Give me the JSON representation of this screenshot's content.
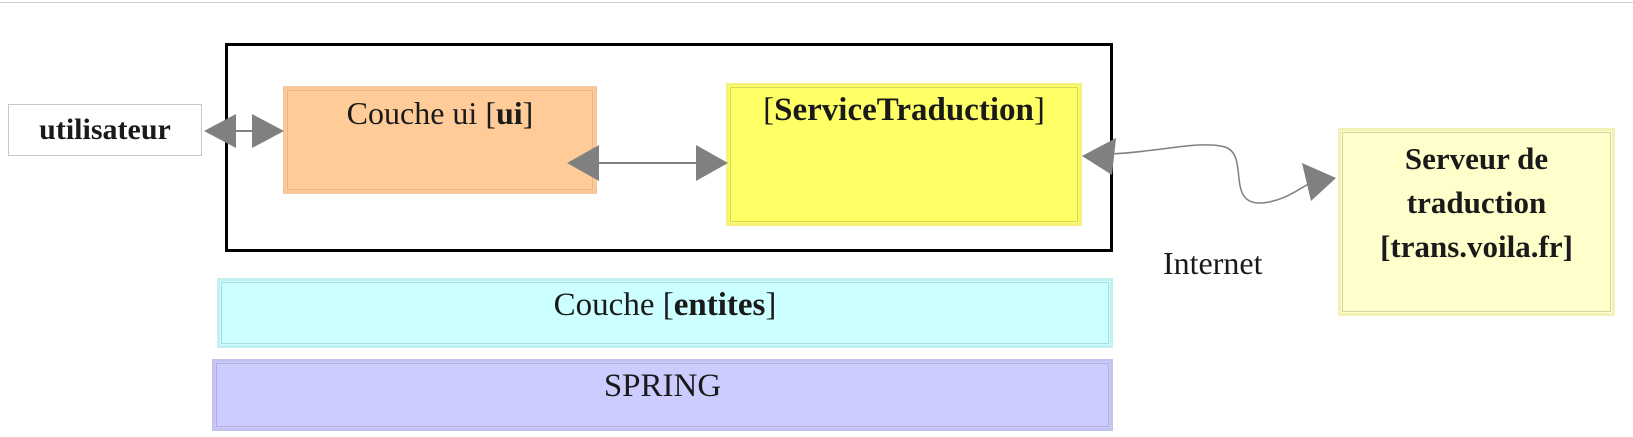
{
  "diagram": {
    "user": {
      "label": "utilisateur"
    },
    "ui_layer": {
      "prefix": "Couche ui [",
      "bold": "ui",
      "suffix": "]"
    },
    "service": {
      "prefix": "[",
      "bold": "ServiceTraduction",
      "suffix": "]"
    },
    "entites_layer": {
      "prefix": "Couche [",
      "bold": "entites",
      "suffix": "]"
    },
    "spring_layer": {
      "label": "SPRING"
    },
    "server": {
      "line1": "Serveur de",
      "line2": "traduction",
      "line3": "[trans.voila.fr]"
    },
    "internet_label": "Internet"
  },
  "colors": {
    "ui_fill": "#ffcc99",
    "service_fill": "#ffff66",
    "entites_fill": "#ccffff",
    "spring_fill": "#ccccff",
    "server_fill": "#ffffcc",
    "arrow": "#808080"
  }
}
